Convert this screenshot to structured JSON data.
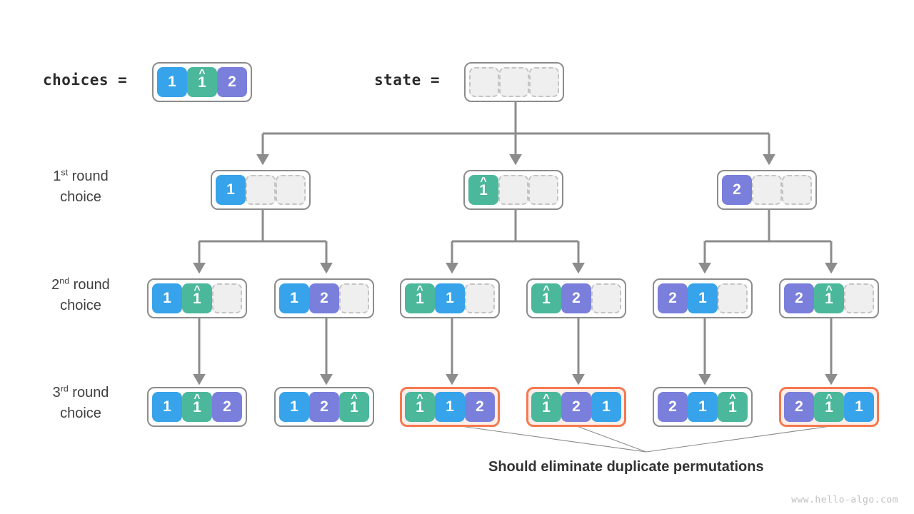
{
  "header": {
    "choices_label": "choices =",
    "state_label": "state ="
  },
  "glyphs": {
    "hat": "^",
    "one": "1",
    "two": "2",
    "one_hat": "1"
  },
  "colors": {
    "blue": "#36a3eb",
    "green": "#4bb89c",
    "purple": "#7a7fdc",
    "empty": "#efefef",
    "frame": "#8c8c8c",
    "highlight_border": "#f47a4f",
    "highlight_fill": "#fdeeea",
    "wire": "#8c8c8c",
    "text": "#3c3c3c"
  },
  "rows": [
    {
      "num": "1",
      "ord": "st",
      "word": "round",
      "line2": "choice"
    },
    {
      "num": "2",
      "ord": "nd",
      "word": "round",
      "line2": "choice"
    },
    {
      "num": "3",
      "ord": "rd",
      "word": "round",
      "line2": "choice"
    }
  ],
  "choices": {
    "cells": [
      {
        "text": "1",
        "color": "blue",
        "hat": false
      },
      {
        "text": "1",
        "color": "green",
        "hat": true
      },
      {
        "text": "2",
        "color": "purple",
        "hat": false
      }
    ]
  },
  "state": {
    "cells": [
      {
        "text": "",
        "color": "empty",
        "hat": false
      },
      {
        "text": "",
        "color": "empty",
        "hat": false
      },
      {
        "text": "",
        "color": "empty",
        "hat": false
      }
    ]
  },
  "round1": [
    {
      "highlight": false,
      "cells": [
        {
          "text": "1",
          "color": "blue",
          "hat": false
        },
        {
          "text": "",
          "color": "empty",
          "hat": false
        },
        {
          "text": "",
          "color": "empty",
          "hat": false
        }
      ]
    },
    {
      "highlight": false,
      "cells": [
        {
          "text": "1",
          "color": "green",
          "hat": true
        },
        {
          "text": "",
          "color": "empty",
          "hat": false
        },
        {
          "text": "",
          "color": "empty",
          "hat": false
        }
      ]
    },
    {
      "highlight": false,
      "cells": [
        {
          "text": "2",
          "color": "purple",
          "hat": false
        },
        {
          "text": "",
          "color": "empty",
          "hat": false
        },
        {
          "text": "",
          "color": "empty",
          "hat": false
        }
      ]
    }
  ],
  "round2": [
    {
      "highlight": false,
      "cells": [
        {
          "text": "1",
          "color": "blue",
          "hat": false
        },
        {
          "text": "1",
          "color": "green",
          "hat": true
        },
        {
          "text": "",
          "color": "empty",
          "hat": false
        }
      ]
    },
    {
      "highlight": false,
      "cells": [
        {
          "text": "1",
          "color": "blue",
          "hat": false
        },
        {
          "text": "2",
          "color": "purple",
          "hat": false
        },
        {
          "text": "",
          "color": "empty",
          "hat": false
        }
      ]
    },
    {
      "highlight": false,
      "cells": [
        {
          "text": "1",
          "color": "green",
          "hat": true
        },
        {
          "text": "1",
          "color": "blue",
          "hat": false
        },
        {
          "text": "",
          "color": "empty",
          "hat": false
        }
      ]
    },
    {
      "highlight": false,
      "cells": [
        {
          "text": "1",
          "color": "green",
          "hat": true
        },
        {
          "text": "2",
          "color": "purple",
          "hat": false
        },
        {
          "text": "",
          "color": "empty",
          "hat": false
        }
      ]
    },
    {
      "highlight": false,
      "cells": [
        {
          "text": "2",
          "color": "purple",
          "hat": false
        },
        {
          "text": "1",
          "color": "blue",
          "hat": false
        },
        {
          "text": "",
          "color": "empty",
          "hat": false
        }
      ]
    },
    {
      "highlight": false,
      "cells": [
        {
          "text": "2",
          "color": "purple",
          "hat": false
        },
        {
          "text": "1",
          "color": "green",
          "hat": true
        },
        {
          "text": "",
          "color": "empty",
          "hat": false
        }
      ]
    }
  ],
  "round3": [
    {
      "highlight": false,
      "cells": [
        {
          "text": "1",
          "color": "blue",
          "hat": false
        },
        {
          "text": "1",
          "color": "green",
          "hat": true
        },
        {
          "text": "2",
          "color": "purple",
          "hat": false
        }
      ]
    },
    {
      "highlight": false,
      "cells": [
        {
          "text": "1",
          "color": "blue",
          "hat": false
        },
        {
          "text": "2",
          "color": "purple",
          "hat": false
        },
        {
          "text": "1",
          "color": "green",
          "hat": true
        }
      ]
    },
    {
      "highlight": true,
      "cells": [
        {
          "text": "1",
          "color": "green",
          "hat": true
        },
        {
          "text": "1",
          "color": "blue",
          "hat": false
        },
        {
          "text": "2",
          "color": "purple",
          "hat": false
        }
      ]
    },
    {
      "highlight": true,
      "cells": [
        {
          "text": "1",
          "color": "green",
          "hat": true
        },
        {
          "text": "2",
          "color": "purple",
          "hat": false
        },
        {
          "text": "1",
          "color": "blue",
          "hat": false
        }
      ]
    },
    {
      "highlight": false,
      "cells": [
        {
          "text": "2",
          "color": "purple",
          "hat": false
        },
        {
          "text": "1",
          "color": "blue",
          "hat": false
        },
        {
          "text": "1",
          "color": "green",
          "hat": true
        }
      ]
    },
    {
      "highlight": true,
      "cells": [
        {
          "text": "2",
          "color": "purple",
          "hat": false
        },
        {
          "text": "1",
          "color": "green",
          "hat": true
        },
        {
          "text": "1",
          "color": "blue",
          "hat": false
        }
      ]
    }
  ],
  "caption": "Should eliminate duplicate permutations",
  "watermark": "www.hello-algo.com"
}
